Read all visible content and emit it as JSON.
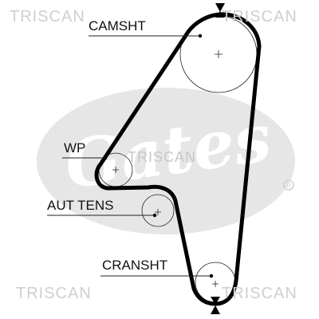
{
  "watermarks": {
    "brand": "TRISCAN",
    "logo_text": "Gates"
  },
  "labels": {
    "camshaft": "CAMSHT",
    "water_pump": "WP",
    "tensioner": "AUT TENS",
    "crankshaft": "CRANSHT"
  },
  "icons": {
    "timing_mark_top": "triangle-marker-icon",
    "timing_mark_bottom": "triangle-marker-icon",
    "trademark": "registered-icon"
  }
}
